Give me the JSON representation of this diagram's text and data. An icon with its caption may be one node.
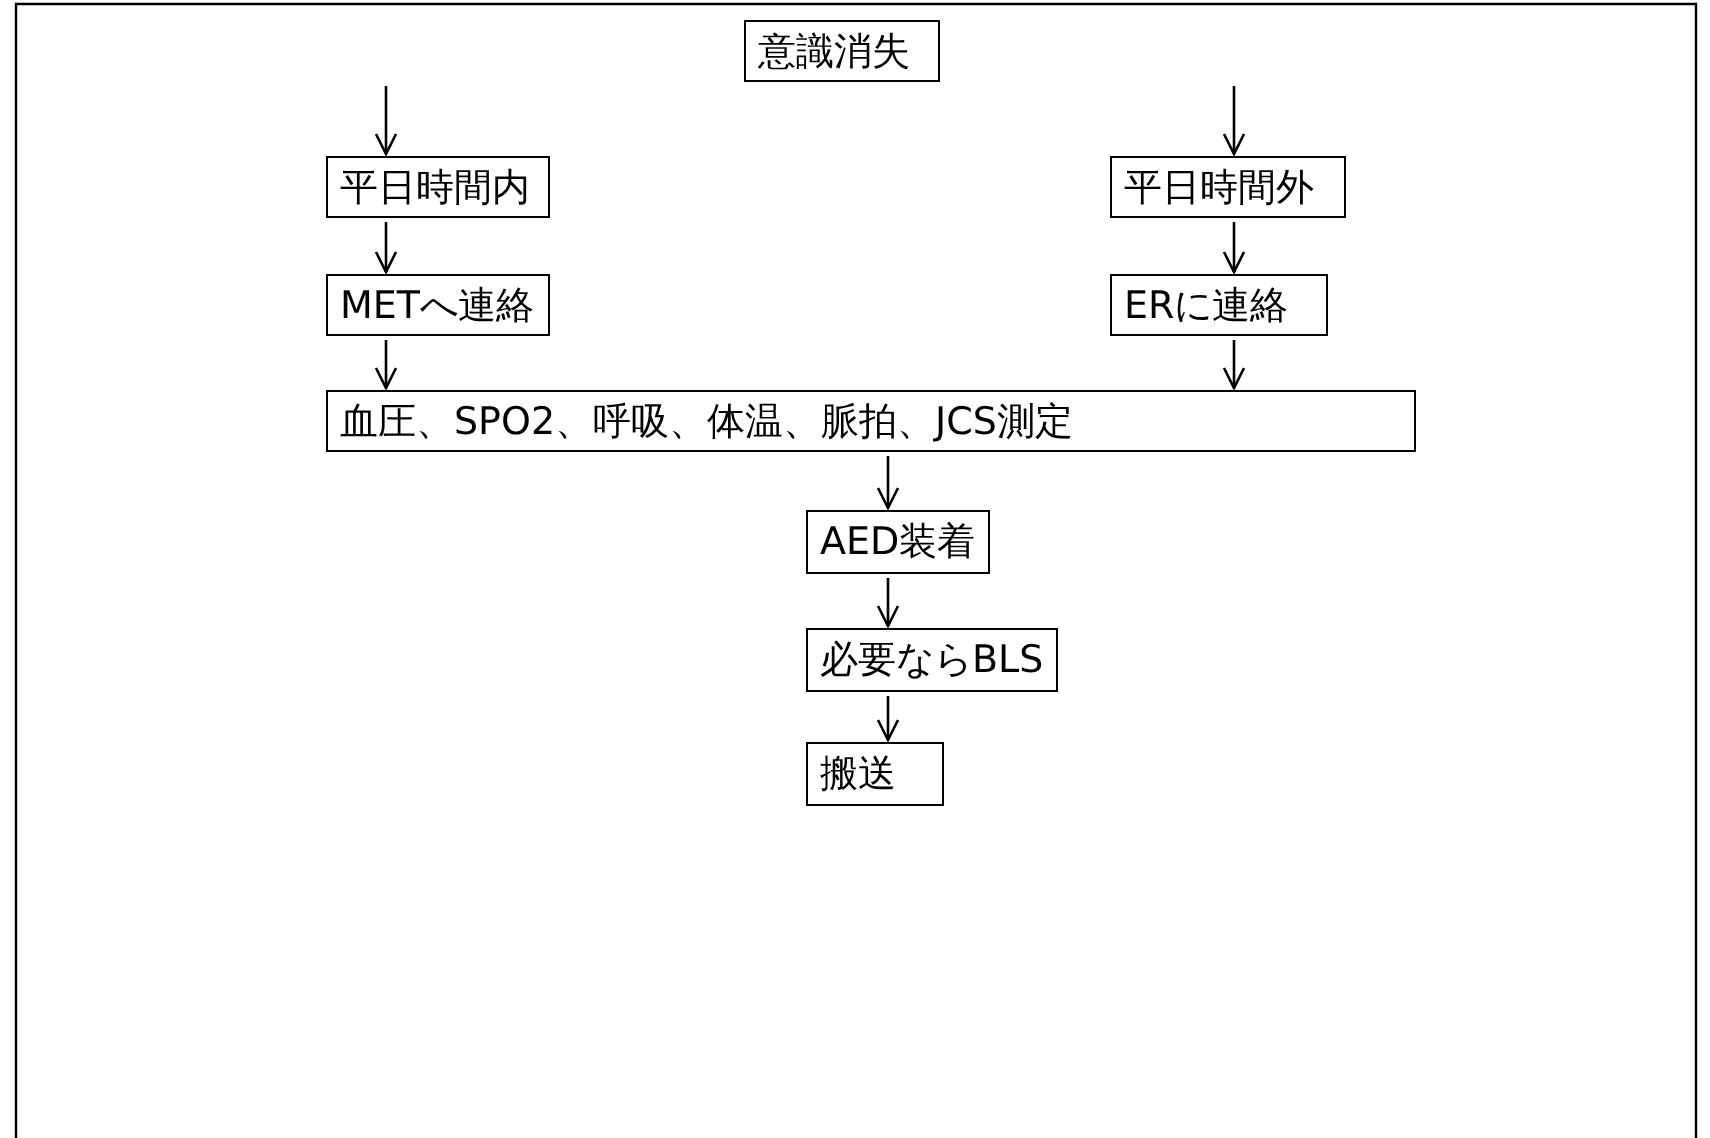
{
  "diagram": {
    "nodes": [
      {
        "text": [
          "意識消失"
        ]
      },
      {
        "text": [
          "平日時間内"
        ]
      },
      {
        "text": [
          "平日時間外"
        ]
      },
      {
        "text": [
          "METへ連絡"
        ]
      },
      {
        "text": [
          "ERに連絡"
        ]
      },
      {
        "text": [
          "血圧、SPO2、呼吸、体温、脈拍、JCS測定"
        ]
      },
      {
        "text": [
          "AED装着"
        ]
      },
      {
        "text": [
          "必要ならBLS"
        ]
      },
      {
        "text": [
          "搬送"
        ]
      }
    ],
    "edges": [
      {
        "from": null,
        "to": 1,
        "arrow": "to"
      },
      {
        "from": null,
        "to": 2,
        "arrow": "to"
      },
      {
        "from": 1,
        "to": 3,
        "arrow": "to"
      },
      {
        "from": 2,
        "to": 4,
        "arrow": "to"
      },
      {
        "from": 3,
        "to": 5,
        "arrow": "to"
      },
      {
        "from": 4,
        "to": 5,
        "arrow": "to"
      },
      {
        "from": 5,
        "to": 6,
        "arrow": "to"
      },
      {
        "from": 6,
        "to": 7,
        "arrow": "to"
      },
      {
        "from": 7,
        "to": 8,
        "arrow": "to"
      }
    ]
  }
}
